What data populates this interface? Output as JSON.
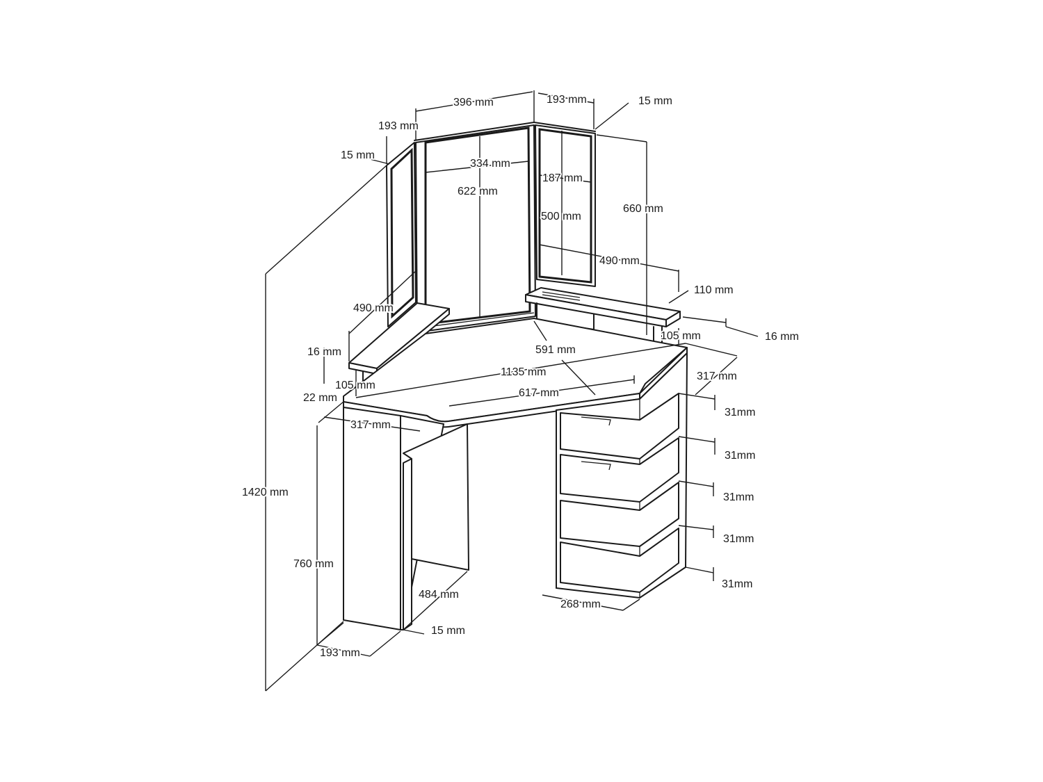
{
  "labels": {
    "top_width": "396 mm",
    "top_right_depth": "193 mm",
    "top_right_thickness": "15 mm",
    "top_left_depth": "193 mm",
    "top_left_thickness": "15 mm",
    "mirror_center_width": "334 mm",
    "mirror_side_width": "187 mm",
    "mirror_center_height": "622 mm",
    "mirror_side_height": "500 mm",
    "mirror_total_height": "660 mm",
    "shelf_right_length": "490 mm",
    "shelf_right_depth": "110 mm",
    "shelf_right_thickness": "16 mm",
    "shelf_left_length": "490 mm",
    "shelf_left_thickness": "16 mm",
    "shelf_left_height": "105 mm",
    "shelf_right_height": "105 mm",
    "desk_back_diag": "591 mm",
    "desk_total_width": "1135 mm",
    "desk_front_width": "617 mm",
    "desk_right_depth": "317 mm",
    "desk_left_depth": "317 mm",
    "desk_thickness": "22 mm",
    "total_height": "1420 mm",
    "desk_height": "760 mm",
    "leg_depth": "484 mm",
    "leg_thickness": "15 mm",
    "leg_width": "193 mm",
    "drawer_width": "268 mm",
    "drawer_gap_1": "31mm",
    "drawer_gap_2": "31mm",
    "drawer_gap_3": "31mm",
    "drawer_gap_4": "31mm",
    "drawer_gap_5": "31mm"
  }
}
